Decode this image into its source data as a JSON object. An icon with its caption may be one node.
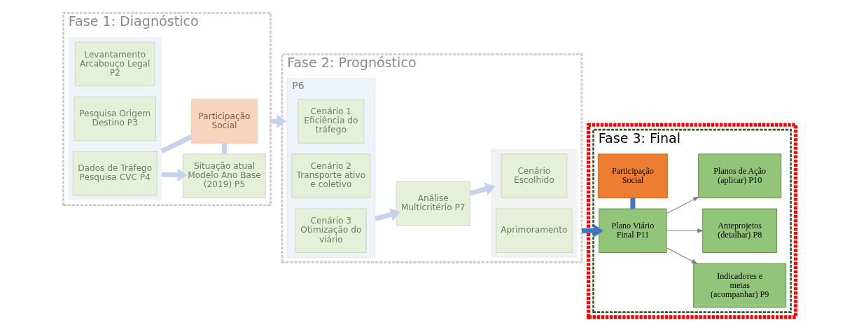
{
  "diagram": {
    "nodes": [
      {
        "text": [
          "Fase 1: Diagnóstico"
        ]
      },
      {
        "text": [],
        "shape": "box",
        "in": 0
      },
      {
        "text": [
          "Levantamento Arcabouço Legal P2"
        ],
        "in": 1
      },
      {
        "text": [
          "Pesquisa Origem Destino P3"
        ],
        "in": 1
      },
      {
        "text": [
          "Dados de Tráfego Pesquisa CVC P4"
        ],
        "in": 1
      },
      {
        "text": [
          "Situação atual Modelo Ano Base (2019) P5"
        ],
        "in": 0
      },
      {
        "text": [
          "Participação Social"
        ],
        "in": 0
      },
      {
        "text": [
          "Fase 2: Prognóstico"
        ]
      },
      {
        "text": [
          "P6"
        ],
        "in": 7
      },
      {
        "text": [
          "Cenário 1 Eficiência do tráfego"
        ],
        "in": 8
      },
      {
        "text": [
          "Cenário 2 Transporte ativo e coletivo"
        ],
        "in": 8
      },
      {
        "text": [
          "Cenário 3 Otimização do viário"
        ],
        "in": 8
      },
      {
        "text": [
          "Análise Multicritério P7"
        ],
        "in": 7
      },
      {
        "text": [],
        "shape": "box",
        "in": 7
      },
      {
        "text": [
          "Cenário Escolhido"
        ],
        "in": 13
      },
      {
        "text": [
          "Aprimoramento"
        ],
        "in": 13
      },
      {
        "text": [],
        "shape": "box"
      },
      {
        "text": [
          "Fase 3: Final"
        ],
        "in": 16
      },
      {
        "text": [
          "Plano Viário Final P11"
        ],
        "in": 17
      },
      {
        "text": [
          "Participação Social"
        ],
        "in": 17
      },
      {
        "text": [
          "Indicadores e metas (acompanhar) P9"
        ],
        "in": 17
      },
      {
        "text": [
          "Anteprojetos (detalhar) P8"
        ],
        "in": 17
      },
      {
        "text": [
          "Planos de Ação (aplicar) P10"
        ],
        "in": 17
      }
    ],
    "edges": [
      {
        "from": 1,
        "to": 5,
        "arrow": "to",
        "color": "#c5d3ea"
      },
      {
        "from": 5,
        "to": 6,
        "arrow": "none",
        "color": "#c5d3ea"
      },
      {
        "from": 1,
        "to": 6,
        "arrow": "none",
        "color": "#c5d3ea"
      },
      {
        "from": 0,
        "to": 7,
        "arrow": "to",
        "color": "#c5d3ea"
      },
      {
        "from": 8,
        "to": 12,
        "arrow": "to",
        "color": "#c5d3ea"
      },
      {
        "from": 12,
        "to": 13,
        "arrow": "to",
        "color": "#c5d3ea"
      },
      {
        "from": 7,
        "to": 18,
        "arrow": "to",
        "color": "#4472c4"
      },
      {
        "from": 18,
        "to": 19,
        "arrow": "none",
        "color": "#4472c4"
      },
      {
        "from": 18,
        "to": 20,
        "arrow": "to",
        "color": "#7f7f7f"
      },
      {
        "from": 18,
        "to": 21,
        "arrow": "to",
        "color": "#7f7f7f"
      },
      {
        "from": 18,
        "to": 22,
        "arrow": "to",
        "color": "#7f7f7f"
      }
    ]
  }
}
